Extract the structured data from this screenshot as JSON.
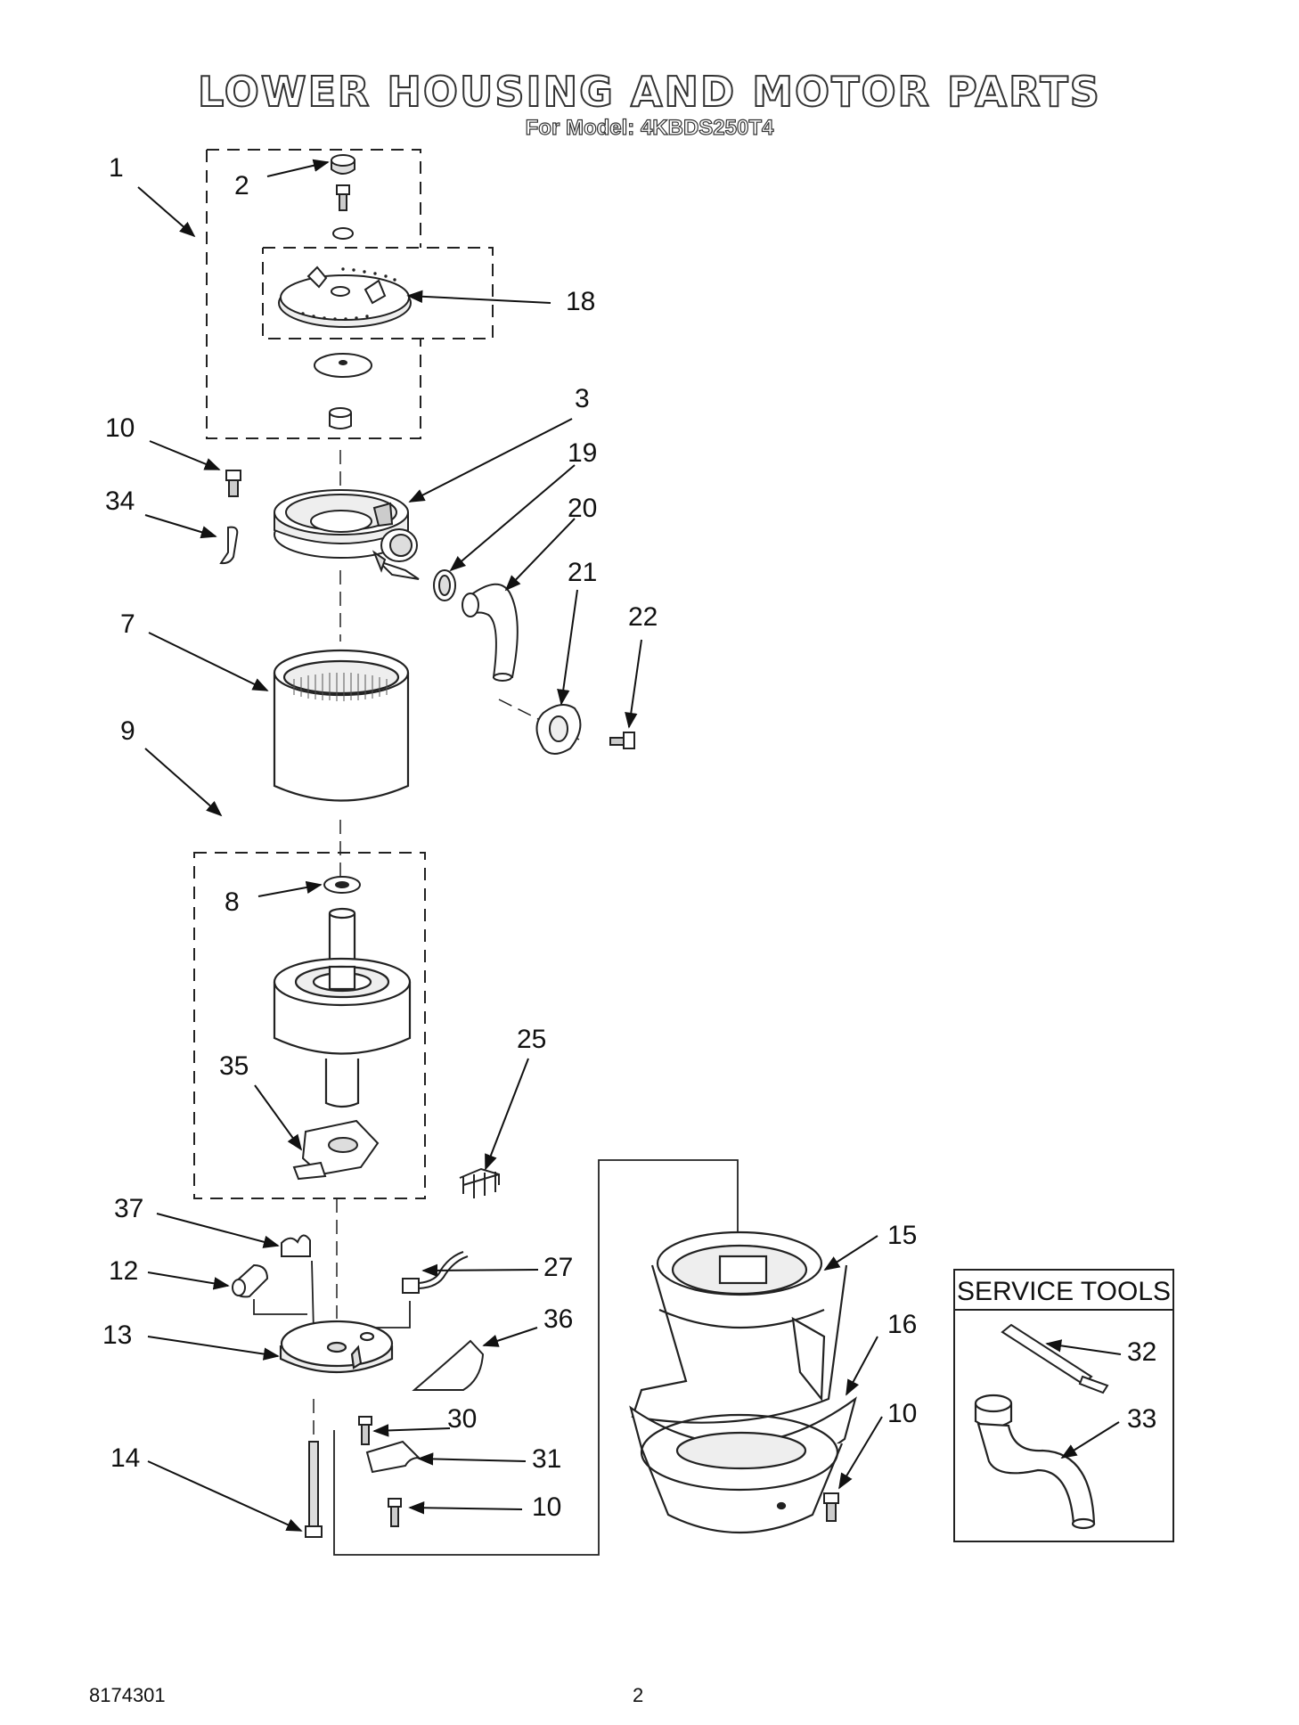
{
  "header": {
    "title": "LOWER HOUSING AND MOTOR PARTS",
    "subtitle": "For Model: 4KBDS250T4"
  },
  "service_tools": {
    "title": "SERVICE TOOLS"
  },
  "labels": {
    "l1": "1",
    "l2": "2",
    "l18": "18",
    "l3": "3",
    "l10a": "10",
    "l19": "19",
    "l20": "20",
    "l34": "34",
    "l21": "21",
    "l22": "22",
    "l7": "7",
    "l9": "9",
    "l8": "8",
    "l35": "35",
    "l25": "25",
    "l37": "37",
    "l15": "15",
    "l12": "12",
    "l27": "27",
    "l13": "13",
    "l36": "36",
    "l16": "16",
    "l32": "32",
    "l30": "30",
    "l10b": "10",
    "l33": "33",
    "l31": "31",
    "l14": "14",
    "l10c": "10"
  },
  "footer": {
    "doc_number": "8174301",
    "page_number": "2"
  }
}
